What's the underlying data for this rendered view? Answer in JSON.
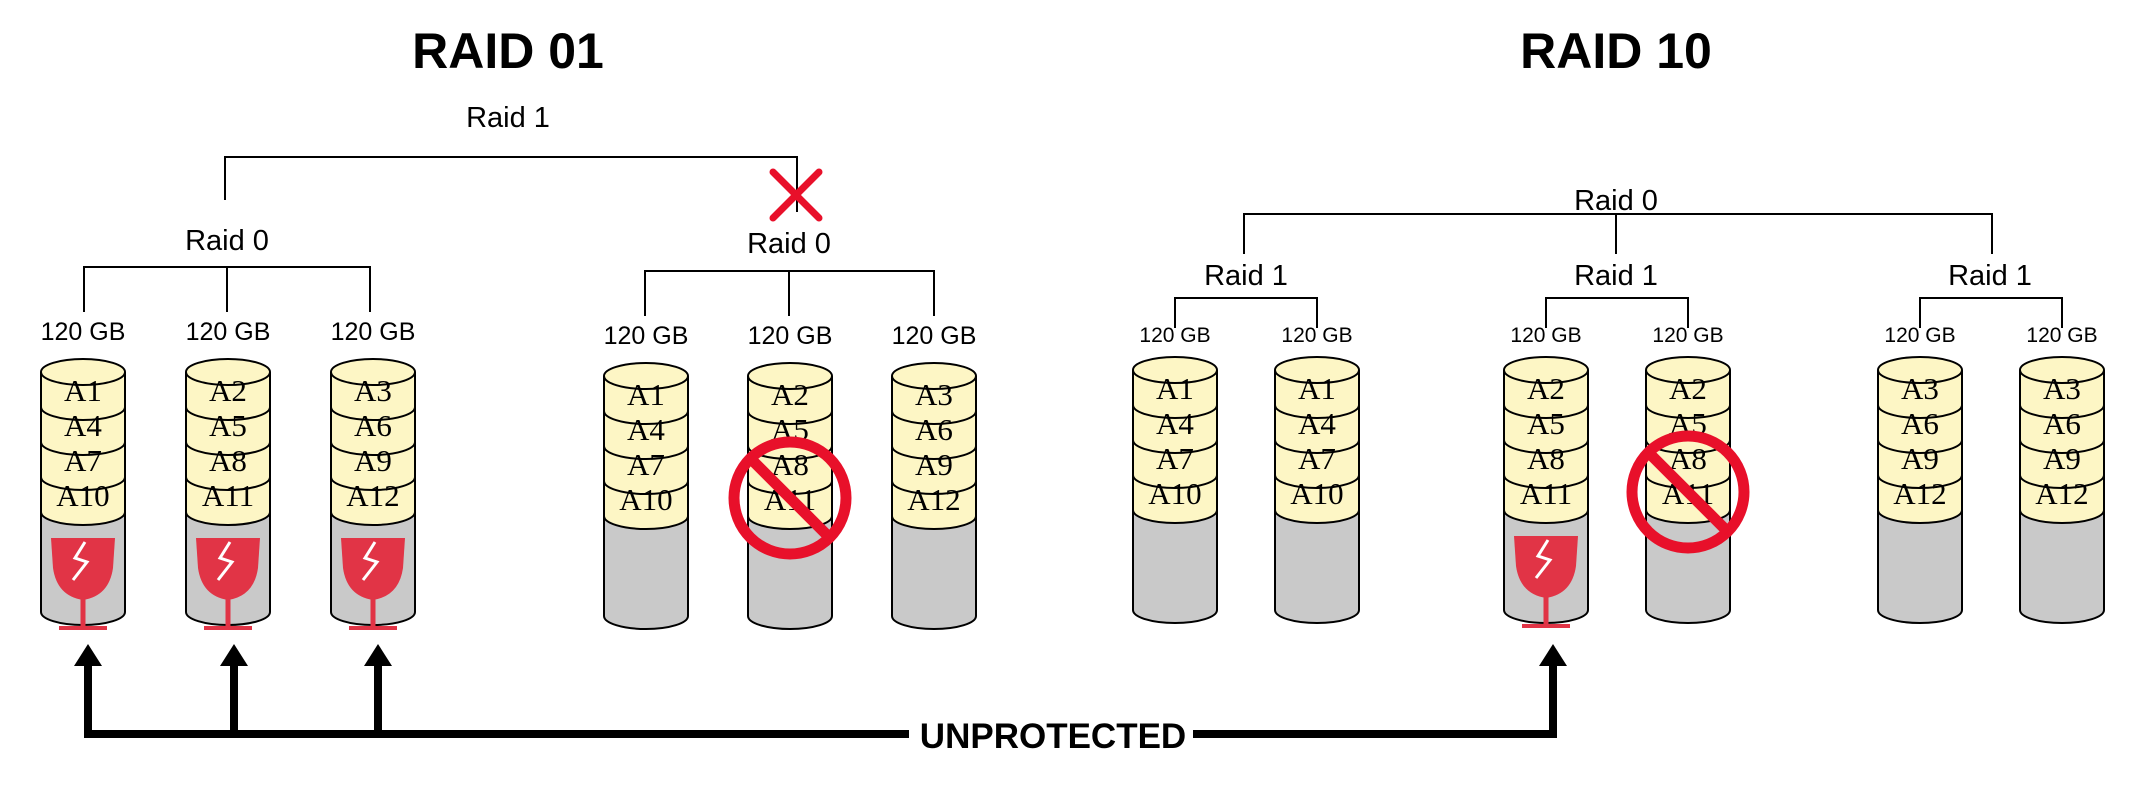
{
  "colors": {
    "data_fill": "#fdf6c5",
    "empty_fill": "#c9c9c9",
    "outline": "#000000",
    "failure_red": "#e8102a",
    "glass_red": "#e13446",
    "background": "#ffffff"
  },
  "icons": {
    "failed_array": "red-x-icon",
    "failed_disk": "prohibition-icon",
    "fragile": "fragile-glass-icon",
    "arrow": "arrow-up-icon"
  },
  "raid01": {
    "title": "RAID 01",
    "top_label": "Raid 1",
    "groups": [
      {
        "label": "Raid 0",
        "failed": false,
        "disks": [
          {
            "capacity": "120 GB",
            "blocks": [
              "A1",
              "A4",
              "A7",
              "A10"
            ],
            "failed": false,
            "unprotected": true
          },
          {
            "capacity": "120 GB",
            "blocks": [
              "A2",
              "A5",
              "A8",
              "A11"
            ],
            "failed": false,
            "unprotected": true
          },
          {
            "capacity": "120 GB",
            "blocks": [
              "A3",
              "A6",
              "A9",
              "A12"
            ],
            "failed": false,
            "unprotected": true
          }
        ]
      },
      {
        "label": "Raid 0",
        "failed": true,
        "disks": [
          {
            "capacity": "120 GB",
            "blocks": [
              "A1",
              "A4",
              "A7",
              "A10"
            ],
            "failed": false,
            "unprotected": false
          },
          {
            "capacity": "120 GB",
            "blocks": [
              "A2",
              "A5",
              "A8",
              "A11"
            ],
            "failed": true,
            "unprotected": false
          },
          {
            "capacity": "120 GB",
            "blocks": [
              "A3",
              "A6",
              "A9",
              "A12"
            ],
            "failed": false,
            "unprotected": false
          }
        ]
      }
    ]
  },
  "raid10": {
    "title": "RAID 10",
    "top_label": "Raid 0",
    "groups": [
      {
        "label": "Raid 1",
        "disks": [
          {
            "capacity": "120 GB",
            "blocks": [
              "A1",
              "A4",
              "A7",
              "A10"
            ],
            "failed": false,
            "unprotected": false
          },
          {
            "capacity": "120 GB",
            "blocks": [
              "A1",
              "A4",
              "A7",
              "A10"
            ],
            "failed": false,
            "unprotected": false
          }
        ]
      },
      {
        "label": "Raid 1",
        "disks": [
          {
            "capacity": "120 GB",
            "blocks": [
              "A2",
              "A5",
              "A8",
              "A11"
            ],
            "failed": false,
            "unprotected": true
          },
          {
            "capacity": "120 GB",
            "blocks": [
              "A2",
              "A5",
              "A8",
              "A11"
            ],
            "failed": true,
            "unprotected": false
          }
        ]
      },
      {
        "label": "Raid 1",
        "disks": [
          {
            "capacity": "120 GB",
            "blocks": [
              "A3",
              "A6",
              "A9",
              "A12"
            ],
            "failed": false,
            "unprotected": false
          },
          {
            "capacity": "120 GB",
            "blocks": [
              "A3",
              "A6",
              "A9",
              "A12"
            ],
            "failed": false,
            "unprotected": false
          }
        ]
      }
    ]
  },
  "legend": {
    "unprotected_label": "UNPROTECTED"
  }
}
